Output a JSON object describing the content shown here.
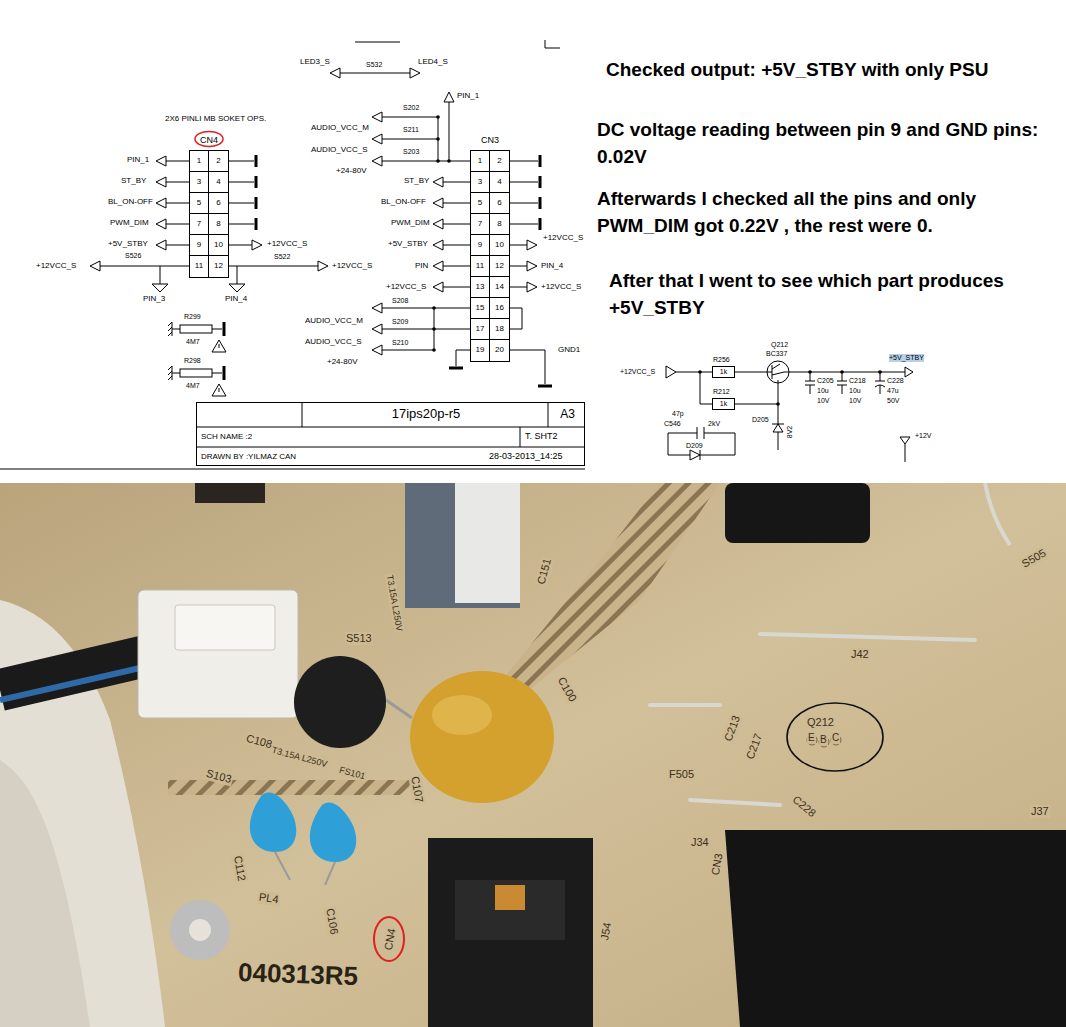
{
  "diagram": {
    "nodes": [
      {
        "text": [
          "CN4",
          "1",
          "2",
          "3",
          "4",
          "5",
          "6",
          "7",
          "8",
          "9",
          "10",
          "11",
          "12"
        ]
      },
      {
        "text": [
          "CN3",
          "1",
          "2",
          "3",
          "4",
          "5",
          "6",
          "7",
          "8",
          "9",
          "10",
          "11",
          "12",
          "13",
          "14",
          "15",
          "16",
          "17",
          "18",
          "19",
          "20"
        ]
      },
      {
        "text": [
          "17ips20p-r5",
          "A3",
          "SCH NAME :2",
          "T. SHT2",
          "DRAWN BY :YILMAZ CAN",
          "28-03-2013_14:25"
        ]
      },
      {
        "text": [
          "R256",
          "1k"
        ]
      },
      {
        "text": [
          "R212",
          "1k"
        ]
      }
    ],
    "labels": [
      "LED3_S",
      "S532",
      "LED4_S",
      "2X6 PINLI MB SOKET OPS.",
      "PIN_1",
      "ST_BY",
      "BL_ON-OFF",
      "PWM_DIM",
      "+5V_STBY",
      "+12VCC_S",
      "S526",
      "+12VCC_S",
      "S522",
      "+12VCC_S",
      "PIN_3",
      "PIN_4",
      "R299",
      "4M7",
      "R298",
      "4M7",
      "PIN_1",
      "S202",
      "AUDIO_VCC_M",
      "S211",
      "AUDIO_VCC_S",
      "S203",
      "+24-80V",
      "ST_BY",
      "BL_ON-OFF",
      "PWM_DIM",
      "+5V_STBY",
      "PIN",
      "+12VCC_S",
      "S208",
      "AUDIO_VCC_M",
      "S209",
      "AUDIO_VCC_S",
      "S210",
      "+24-80V",
      "+12VCC_S",
      "PIN_4",
      "+12VCC_S",
      "GND1",
      "Checked output: +5V_STBY with only PSU",
      "DC voltage reading between pin 9 and GND pins: 0.02V",
      "Afterwards I checked all the pins and only PWM_DIM got 0.22V , the rest were 0.",
      "After that I went to see which part produces +5V_STBY",
      "Q212",
      "BC337",
      "+5V_STBY",
      "+12VCC_S",
      "C205",
      "10u",
      "10V",
      "C218",
      "10u",
      "10V",
      "C228",
      "47u",
      "50V",
      "47p",
      "C546",
      "2kV",
      "D209",
      "D205",
      "8V2",
      "+12V",
      "C151",
      "S513",
      "T3.15A L250V",
      "C108",
      "T3.15A L250V",
      "FS101",
      "S103",
      "C100",
      "C107",
      "C112",
      "PL4",
      "C106",
      "CN4",
      "040313R5",
      "J54",
      "J34",
      "CN3",
      "C213",
      "C217",
      "Q212",
      "E",
      "B",
      "C",
      "F505",
      "C228",
      "J42",
      "J37",
      "S505"
    ]
  }
}
